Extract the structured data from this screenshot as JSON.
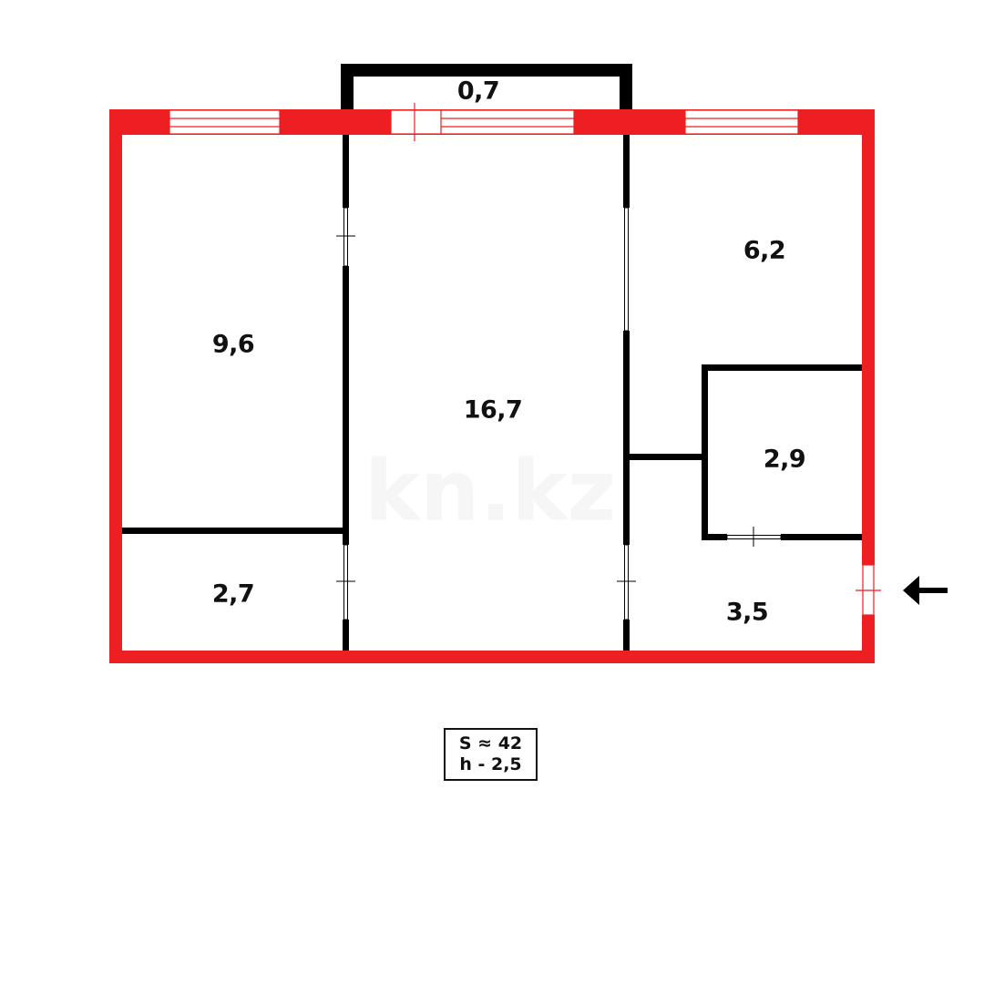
{
  "plan": {
    "colors": {
      "exterior_wall": "#ee1f23",
      "interior_wall": "#000000",
      "window_line": "#ee1f23",
      "label": "#111111",
      "watermark": "#f6f6f6"
    },
    "rooms": [
      {
        "id": "balcony",
        "label": "0,7"
      },
      {
        "id": "bedroom",
        "label": "9,6"
      },
      {
        "id": "living-room",
        "label": "16,7"
      },
      {
        "id": "kitchen",
        "label": "6,2"
      },
      {
        "id": "bathroom",
        "label": "2,9"
      },
      {
        "id": "closet",
        "label": "2,7"
      },
      {
        "id": "hallway",
        "label": "3,5"
      }
    ],
    "watermark": "kn.kz",
    "entrance_arrow": "arrow-left-icon"
  },
  "summary": {
    "area": "S ≈ 42",
    "height": "h - 2,5"
  }
}
